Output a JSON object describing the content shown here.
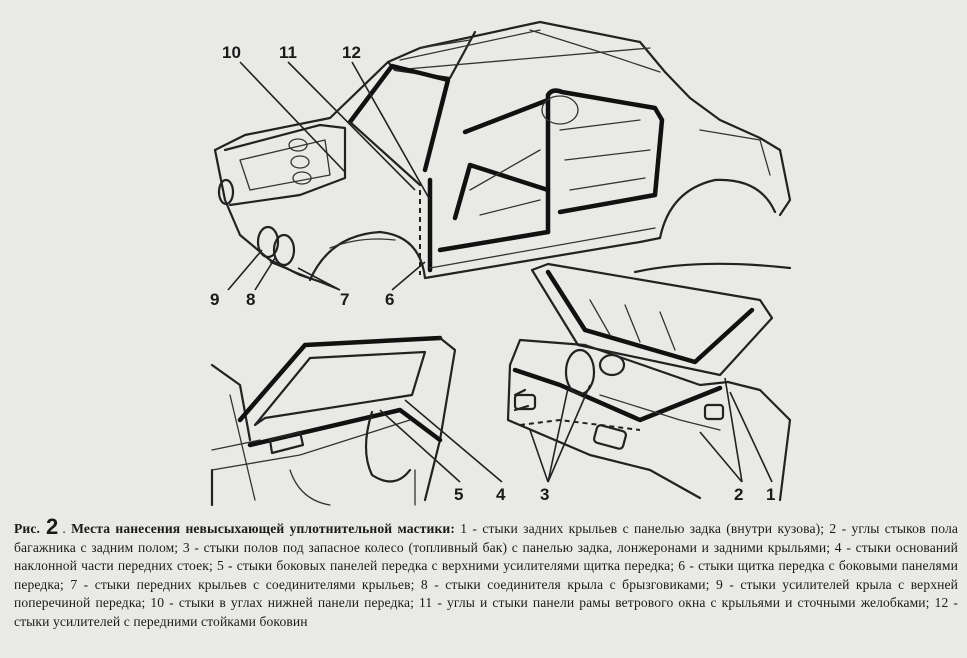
{
  "figure": {
    "callouts": {
      "c1": "1",
      "c2": "2",
      "c3": "3",
      "c4": "4",
      "c5": "5",
      "c6": "6",
      "c7": "7",
      "c8": "8",
      "c9": "9",
      "c10": "10",
      "c11": "11",
      "c12": "12"
    }
  },
  "caption": {
    "prefix": "Рис.",
    "figure_number": "2",
    "separator": ".",
    "title": "Места нанесения невысыхающей уплотнительной мастики:",
    "text": " 1 - стыки задних крыльев с панелью задка (внутри кузова); 2 - углы стыков пола багажника с задним полом; 3 - стыки полов под запасное колесо (топливный бак) с панелью задка, лонжеронами и задними крыльями; 4 - стыки оснований наклонной части передних стоек; 5 - стыки боковых панелей передка с верхними усилителями щитка передка; 6 - стыки щитка передка с боковыми панелями передка; 7 - стыки передних крыльев с соединителями крыльев; 8 - стыки соединителя крыла с брызговиками; 9 - стыки усилителей крыла с верхней поперечиной передка; 10 - стыки в углах нижней панели передка; 11 - углы и стыки панели рамы ветрового окна с крыльями и сточными желобками; 12 - стыки усилителей с передними стойками боковин"
  }
}
